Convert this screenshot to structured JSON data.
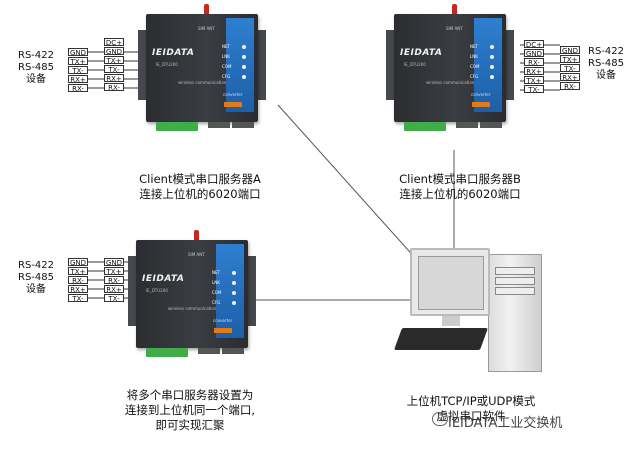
{
  "pin_labels": {
    "device_a": [
      "DC+",
      "GND",
      "TX+",
      "TX-",
      "RX+",
      "RX-"
    ],
    "device_b": [
      "DC+",
      "GND",
      "RX-",
      "RX+",
      "TX+",
      "TX-"
    ],
    "device_c": [
      "GND",
      "TX+",
      "RX-",
      "RX+",
      "TX-"
    ]
  },
  "device_pins": {
    "a": [
      "GND",
      "TX+",
      "TX-",
      "RX+",
      "RX-"
    ],
    "b": [
      "GND",
      "TX+",
      "TX-",
      "RX+",
      "RX-"
    ],
    "c": [
      "GND",
      "TX+",
      "RX-",
      "RX+",
      "TX-"
    ]
  },
  "equipment_labels": {
    "a": [
      "RS-422",
      "RS-485",
      "设备"
    ],
    "b": [
      "RS-422",
      "RS-485",
      "设备"
    ],
    "c": [
      "RS-422",
      "RS-485",
      "设备"
    ]
  },
  "device_face": {
    "logo": "IEIDATA",
    "model": "IE_DTU200",
    "wireless": "wireless communication",
    "converter": "converter",
    "leds": [
      "NET",
      "LNK",
      "COM",
      "CFG"
    ],
    "sim": "SIM",
    "ant": "ANT"
  },
  "captions": {
    "device_a_line1": "Client模式串口服务器A",
    "device_a_line2": "连接上位机的6020端口",
    "device_b_line1": "Client模式串口服务器B",
    "device_b_line2": "连接上位机的6020端口",
    "summary_line1": "将多个串口服务器设置为",
    "summary_line2": "连接到上位机同一个端口,",
    "summary_line3": "即可实现汇聚",
    "pc_line1": "上位机TCP/IP或UDP模式",
    "pc_line2": "虚拟串口软件"
  },
  "watermark": "IEIDATA工业交换机"
}
